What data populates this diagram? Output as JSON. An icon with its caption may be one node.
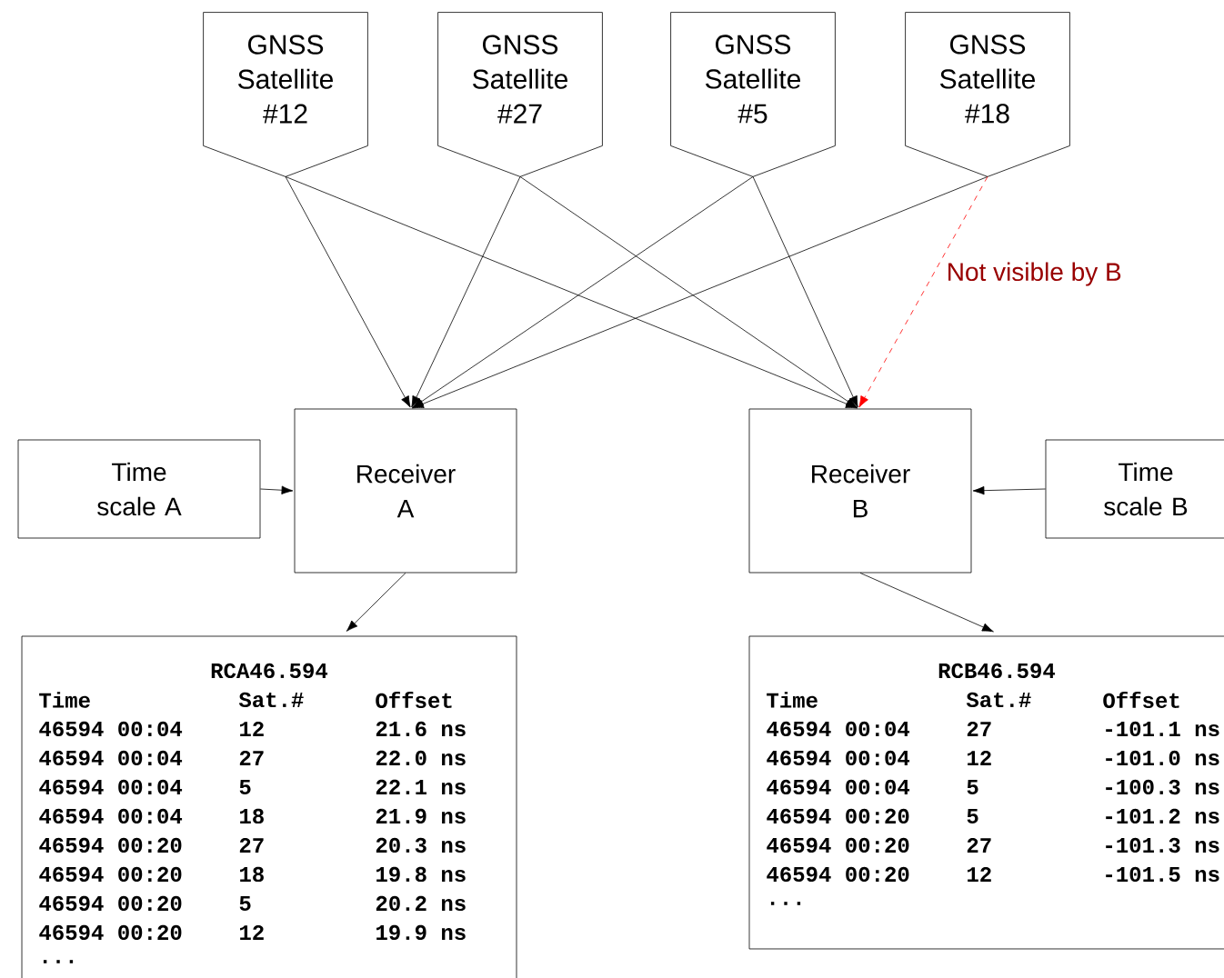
{
  "diagram": {
    "nodes": [
      {
        "text": [
          "GNSS Satellite #12"
        ]
      },
      {
        "text": [
          "GNSS Satellite #27"
        ]
      },
      {
        "text": [
          "GNSS Satellite #5"
        ]
      },
      {
        "text": [
          "GNSS Satellite #18"
        ]
      },
      {
        "text": [
          "Time scale A"
        ]
      },
      {
        "text": [
          "Receiver A"
        ]
      },
      {
        "text": [
          "Receiver B"
        ]
      },
      {
        "text": [
          "Time scale B"
        ]
      },
      {
        "text": [
          "RCA46.594",
          "Time",
          "Sat.#",
          "Offset",
          "46594 00:04",
          "12",
          "21.6 ns",
          "46594 00:04",
          "27",
          "22.0 ns",
          "46594 00:04",
          "5",
          "22.1 ns",
          "46594 00:04",
          "18",
          "21.9 ns",
          "46594 00:20",
          "27",
          "20.3 ns",
          "46594 00:20",
          "18",
          "19.8 ns",
          "46594 00:20",
          "5",
          "20.2 ns",
          "46594 00:20",
          "12",
          "19.9 ns",
          "..."
        ]
      },
      {
        "text": [
          "RCB46.594",
          "Time",
          "Sat.#",
          "Offset",
          "46594 00:04",
          "27",
          "-101.1 ns",
          "46594 00:04",
          "12",
          "-101.0 ns",
          "46594 00:04",
          "5",
          "-100.3 ns",
          "46594 00:20",
          "5",
          "-101.2 ns",
          "46594 00:20",
          "27",
          "-101.3 ns",
          "46594 00:20",
          "12",
          "-101.5 ns",
          "..."
        ]
      }
    ],
    "edges": [
      {
        "from": 0,
        "to": 5,
        "arrow": "to"
      },
      {
        "from": 1,
        "to": 5,
        "arrow": "to"
      },
      {
        "from": 2,
        "to": 5,
        "arrow": "to"
      },
      {
        "from": 3,
        "to": 5,
        "arrow": "to"
      },
      {
        "from": 0,
        "to": 6,
        "arrow": "to"
      },
      {
        "from": 1,
        "to": 6,
        "arrow": "to"
      },
      {
        "from": 2,
        "to": 6,
        "arrow": "to"
      },
      {
        "from": 3,
        "to": 6,
        "arrow": "to",
        "style": "dashed",
        "color": "#ff0000",
        "label": "Not visible by B"
      },
      {
        "from": 4,
        "to": 5,
        "arrow": "to"
      },
      {
        "from": 7,
        "to": 6,
        "arrow": "to"
      },
      {
        "from": 5,
        "to": 8,
        "arrow": "to"
      },
      {
        "from": 6,
        "to": 9,
        "arrow": "to"
      }
    ]
  }
}
